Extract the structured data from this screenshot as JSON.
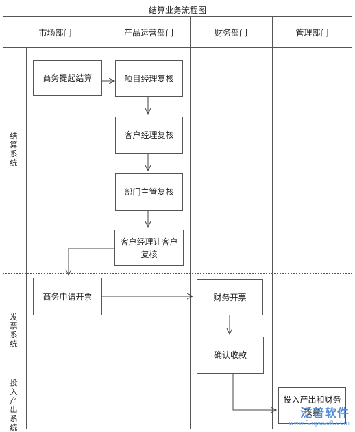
{
  "title": "结算业务流程图",
  "lanes": [
    "市场部门",
    "产品运营部门",
    "财务部门",
    "管理部门"
  ],
  "phases": [
    "结算系统",
    "发票系统",
    "投入产出系统"
  ],
  "nodes": {
    "initiate": "商务提起结算",
    "pm_review": "项目经理复核",
    "cm_review": "客户经理复核",
    "dept_review": "部门主管复核",
    "cm_client_review": "客户经理让客户复核",
    "apply_invoice": "商务申请开票",
    "finance_invoice": "财务开票",
    "confirm_payment": "确认收款",
    "io_finance": "投入产出和财务核算"
  },
  "watermark": {
    "brand": "泛普软件",
    "url": "www.fanpusoft.com"
  },
  "colors": {
    "line": "#555555",
    "watermark": "#5a8fd6"
  }
}
